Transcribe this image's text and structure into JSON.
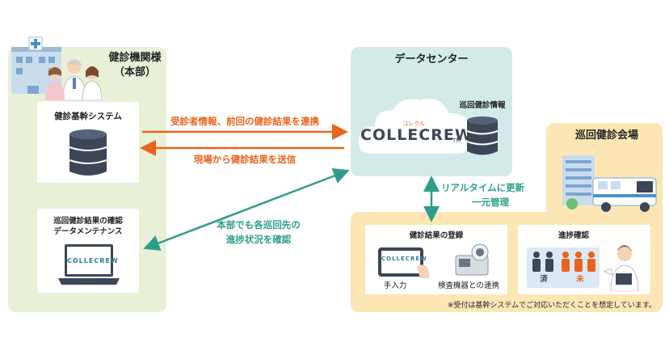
{
  "headquarters": {
    "title_line1": "健診機関様",
    "title_line2": "（本部）",
    "system_card_title": "健診基幹システム",
    "maintenance_line1": "巡回健診結果の確認",
    "maintenance_line2": "データメンテナンス"
  },
  "data_center": {
    "title": "データセンター",
    "db_label": "巡回健診情報",
    "logo_text": "COLLECREW",
    "logo_kana": "コレクル",
    "logo_tm": "TM"
  },
  "site": {
    "title": "巡回健診会場",
    "registration_title": "健診結果の登録",
    "manual_input": "手入力",
    "device_link": "検査機器との連携",
    "progress_title": "進捗確認",
    "done_label": "済",
    "pending_label": "未",
    "note": "※受付は基幹システムでご対応いただくことを想定しています。"
  },
  "arrows": {
    "send_to_dc": "受診者情報、前回の健診結果を連携",
    "send_to_hq": "現場から健診結果を送信",
    "progress_line1": "本部でも各巡回先の",
    "progress_line2": "進捗状況を確認",
    "realtime_line1": "リアルタイムに更新",
    "realtime_line2": "一元管理"
  },
  "colors": {
    "orange_arrow": "#e8641e",
    "teal_arrow": "#2e9e8a",
    "hq_panel": "#e8f1d8",
    "dc_panel": "#d3ebe8",
    "site_panel": "#fbe6b4",
    "database": "#3d4656"
  }
}
